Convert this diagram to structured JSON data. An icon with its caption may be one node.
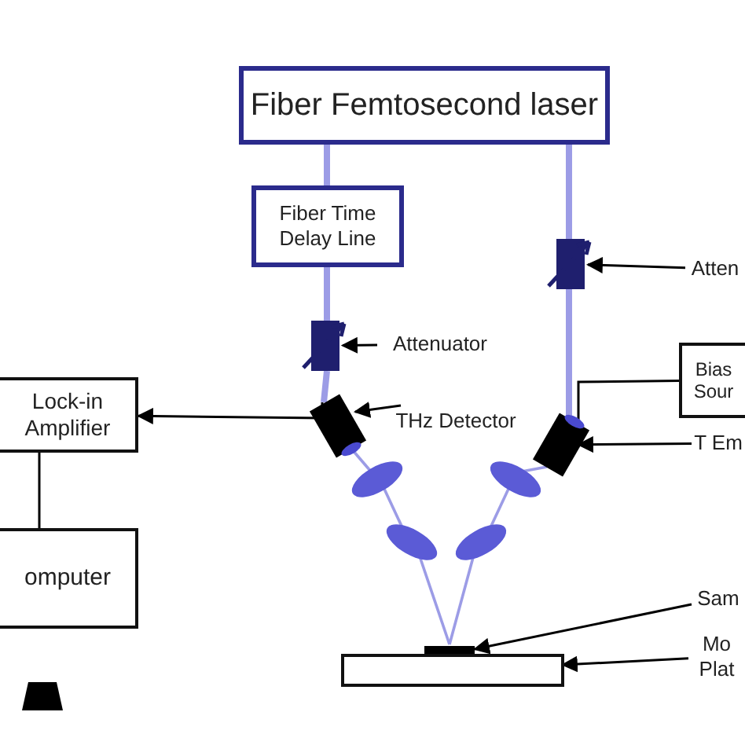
{
  "diagram": {
    "nodes": [
      {
        "text": [
          "Fiber Femtosecond laser"
        ]
      },
      {
        "text": [
          "Fiber Time Delay Line"
        ]
      },
      {
        "text": [],
        "shape": "box"
      },
      {
        "text": [
          "Attenuator"
        ]
      },
      {
        "text": [],
        "shape": "box"
      },
      {
        "text": [
          "Atten"
        ]
      },
      {
        "text": [
          "Lock-in Amplifier"
        ]
      },
      {
        "text": [],
        "shape": "box"
      },
      {
        "text": [
          "THz Detector"
        ]
      },
      {
        "text": [
          "Bias Sour"
        ]
      },
      {
        "text": [],
        "shape": "box"
      },
      {
        "text": [
          "T Em"
        ]
      },
      {
        "text": [],
        "shape": "ellipse"
      },
      {
        "text": [],
        "shape": "ellipse"
      },
      {
        "text": [],
        "shape": "ellipse"
      },
      {
        "text": [],
        "shape": "ellipse"
      },
      {
        "text": [],
        "shape": "bar"
      },
      {
        "text": [
          "Sam"
        ]
      },
      {
        "text": [],
        "shape": "box"
      },
      {
        "text": [
          "Mo Plat"
        ]
      },
      {
        "text": [
          "omputer"
        ]
      }
    ],
    "edges": [
      {
        "from": 0,
        "to": 1,
        "arrow": "none",
        "style": "thick"
      },
      {
        "from": 1,
        "to": 2,
        "arrow": "none",
        "style": "thick"
      },
      {
        "from": 2,
        "to": 7,
        "arrow": "none",
        "style": "thick"
      },
      {
        "from": 0,
        "to": 4,
        "arrow": "none",
        "style": "thick"
      },
      {
        "from": 4,
        "to": 10,
        "arrow": "none",
        "style": "thick"
      },
      {
        "from": 7,
        "to": 12,
        "arrow": "none"
      },
      {
        "from": 12,
        "to": 13,
        "arrow": "none"
      },
      {
        "from": 13,
        "to": 16,
        "arrow": "none"
      },
      {
        "from": 16,
        "to": 14,
        "arrow": "none"
      },
      {
        "from": 14,
        "to": 15,
        "arrow": "none"
      },
      {
        "from": 15,
        "to": 10,
        "arrow": "none"
      },
      {
        "from": 7,
        "to": 6,
        "arrow": "to",
        "color": "#000000"
      },
      {
        "from": 9,
        "to": 10,
        "arrow": "none",
        "color": "#000000"
      },
      {
        "from": 6,
        "to": 20,
        "arrow": "none",
        "color": "#000000"
      },
      {
        "from": 3,
        "to": 2,
        "arrow": "to",
        "color": "#000000"
      },
      {
        "from": 5,
        "to": 4,
        "arrow": "to",
        "color": "#000000"
      },
      {
        "from": 8,
        "to": 7,
        "arrow": "to",
        "color": "#000000"
      },
      {
        "from": 11,
        "to": 10,
        "arrow": "to",
        "color": "#000000"
      },
      {
        "from": 17,
        "to": 16,
        "arrow": "to",
        "color": "#000000"
      },
      {
        "from": 19,
        "to": 18,
        "arrow": "to",
        "color": "#000000"
      }
    ]
  }
}
